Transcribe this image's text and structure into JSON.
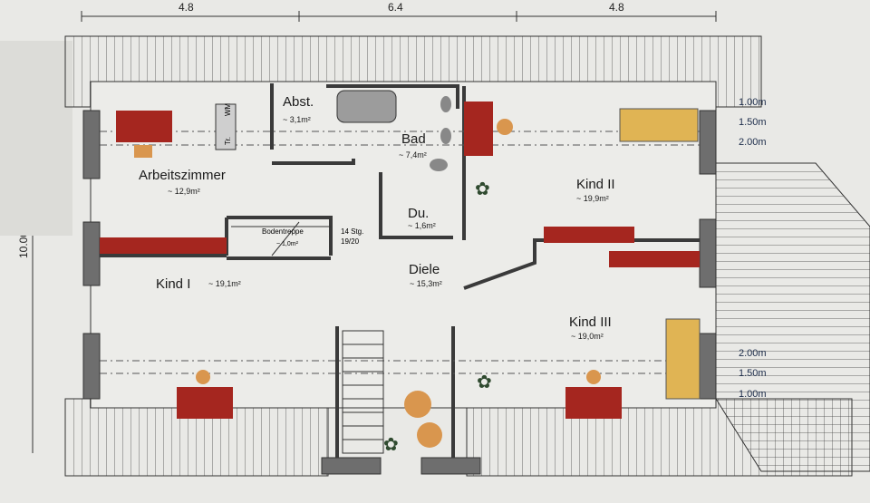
{
  "dimensions": {
    "top": [
      "4.8",
      "6.4",
      "4.8"
    ],
    "left": "10.00"
  },
  "height_marks": {
    "right_upper": [
      "1.00m",
      "1.50m",
      "2.00m"
    ],
    "right_lower": [
      "2.00m",
      "1.50m",
      "1.00m"
    ]
  },
  "rooms": {
    "abst": {
      "name": "Abst.",
      "area": "~ 3,1m²"
    },
    "bad": {
      "name": "Bad",
      "area": "~ 7,4m²"
    },
    "arbeitszimmer": {
      "name": "Arbeitszimmer",
      "area": "~ 12,9m²"
    },
    "kind2": {
      "name": "Kind II",
      "area": "~ 19,9m²"
    },
    "dusche": {
      "name": "Du.",
      "area": "~ 1,6m²"
    },
    "bodentreppe": {
      "name": "Bodentreppe",
      "area": "~ 1,0m²"
    },
    "kind1": {
      "name": "Kind I",
      "area": "~ 19,1m²"
    },
    "diele": {
      "name": "Diele",
      "area": "~ 15,3m²"
    },
    "kind3": {
      "name": "Kind III",
      "area": "~ 19,0m²"
    }
  },
  "stairs": {
    "steps": "14 Stg.",
    "ratio": "19/20"
  },
  "utility": {
    "dryer": "Tr.",
    "washer": "WM"
  },
  "colors": {
    "paper": "#e9e9e6",
    "wall": "#6e6e6e",
    "desk": "#a5261f",
    "chair": "#d9964e",
    "bed": "#e0b454",
    "plant": "#2f4a2f"
  }
}
